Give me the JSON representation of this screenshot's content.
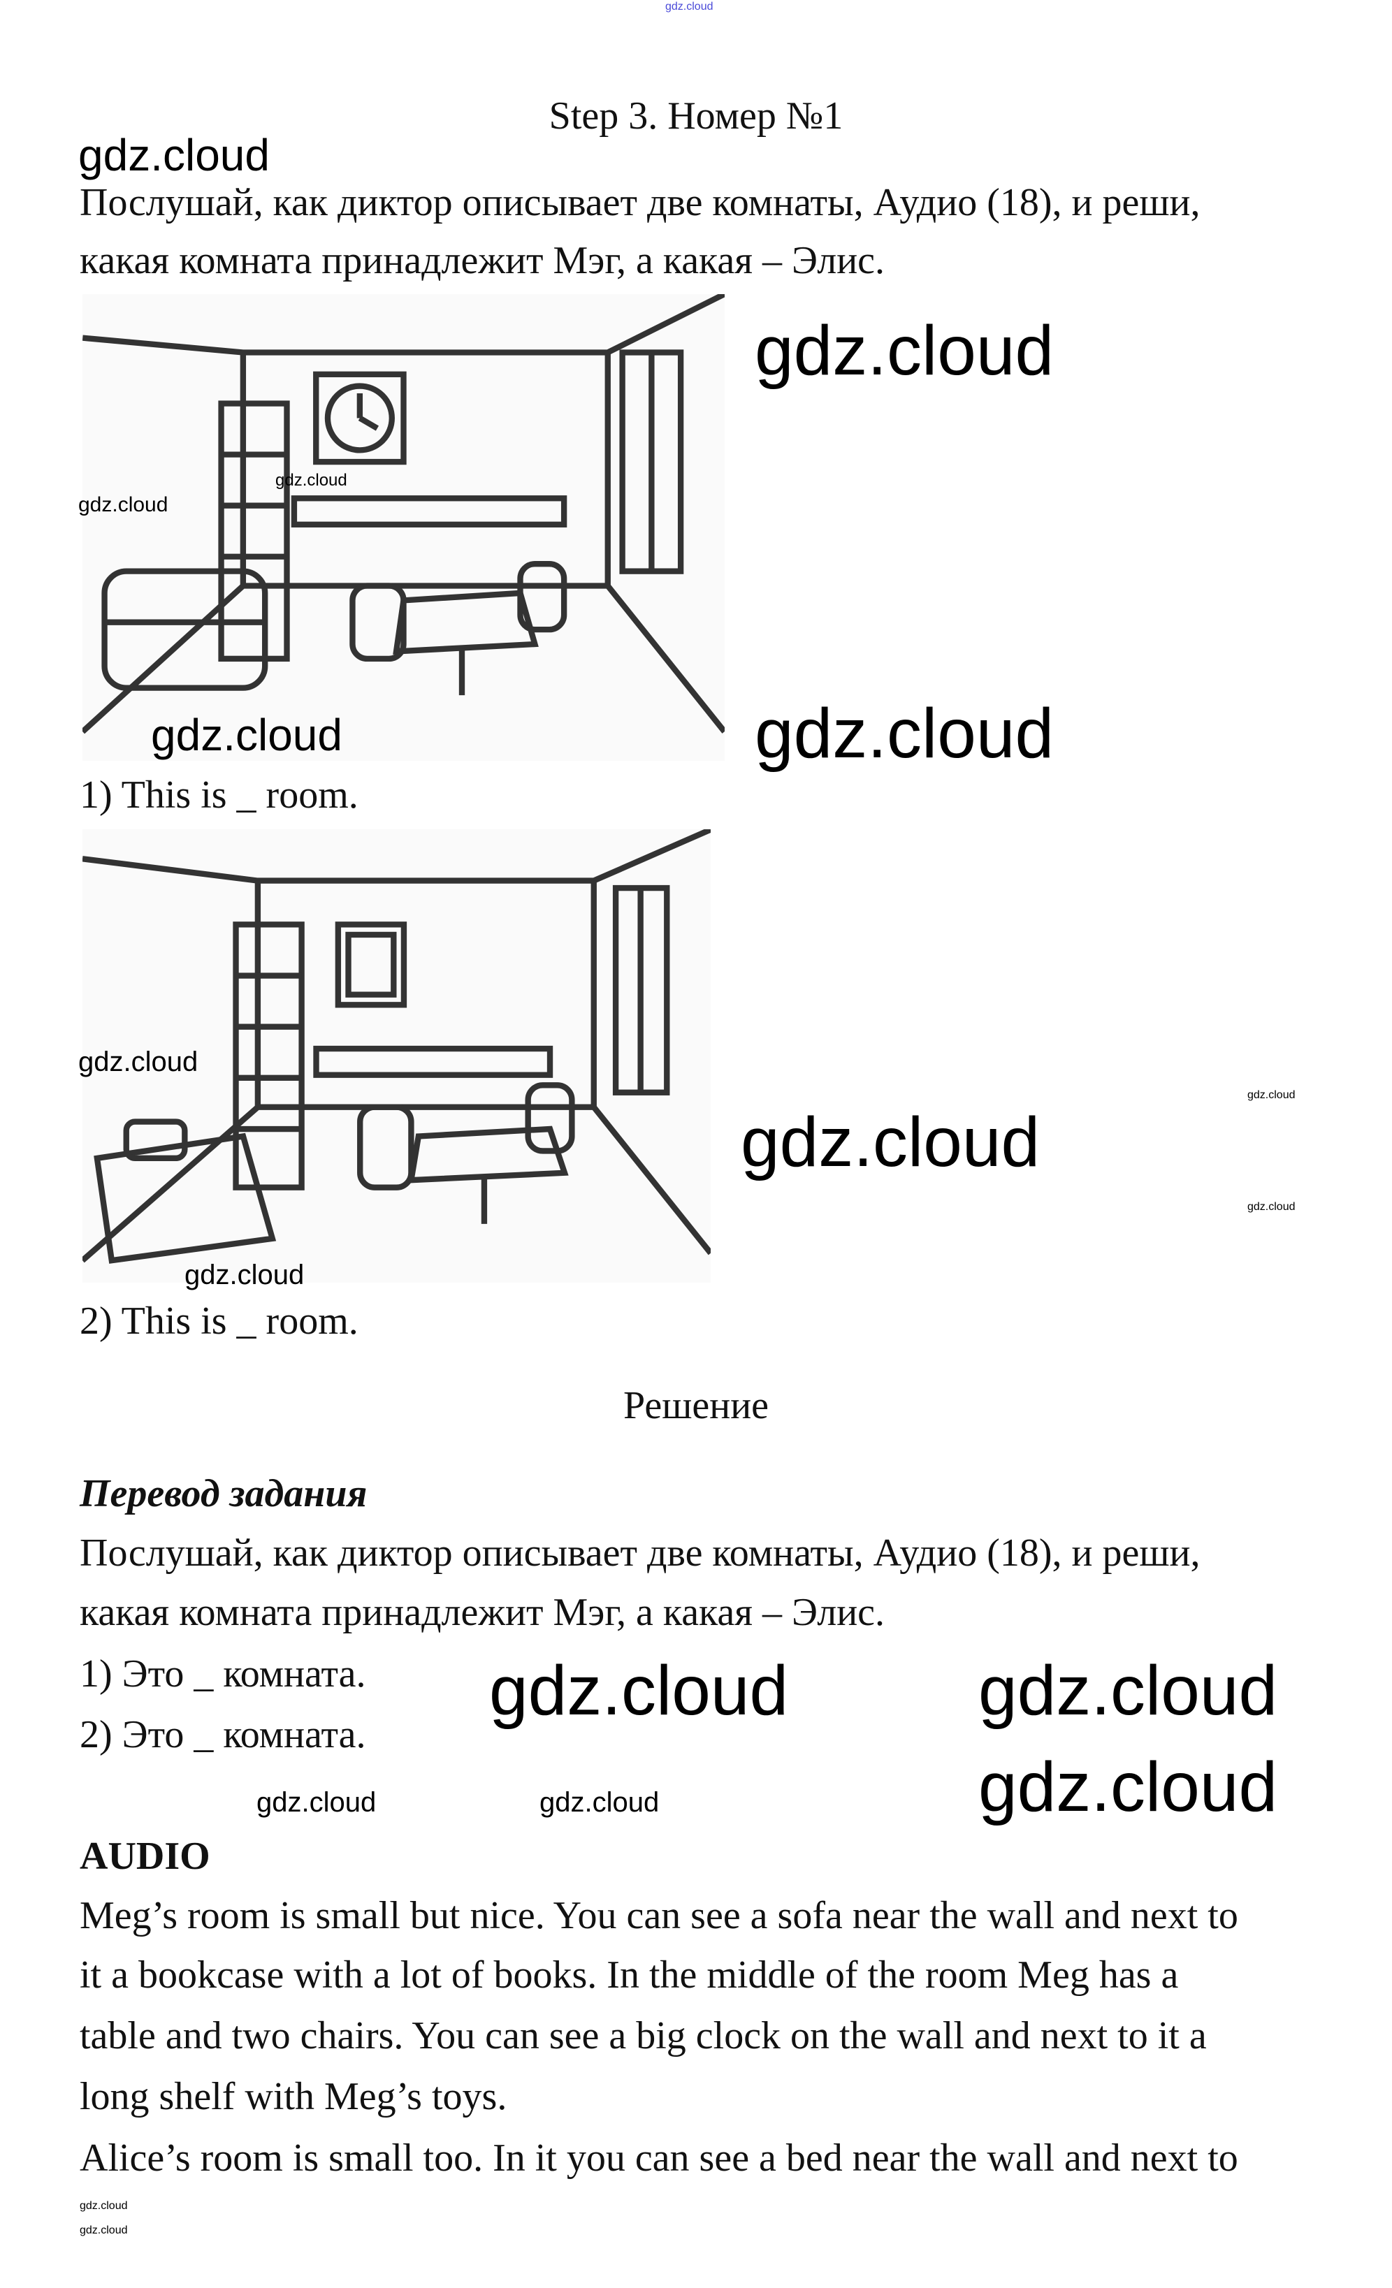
{
  "header_watermark": "gdz.cloud",
  "title": "Step 3. Номер №1",
  "task": {
    "line1": "Послушай, как диктор описывает две комнаты, Аудио (18), и реши,",
    "line2": "какая комната принадлежит Мэг, а какая – Элис."
  },
  "items": [
    {
      "caption": "1) This is _ room."
    },
    {
      "caption": "2) This is _ room."
    }
  ],
  "solution_heading": "Решение",
  "translation": {
    "heading": "Перевод задания",
    "line1": "Послушай, как диктор описывает две комнаты, Аудио (18), и реши,",
    "line2": "какая комната принадлежит Мэг, а какая – Элис.",
    "item1": "1) Это _ комната.",
    "item2": "2) Это _ комната."
  },
  "audio": {
    "heading": "AUDIO",
    "lines": [
      "Meg’s room is small but nice. You can see a sofa near the wall and next to",
      "it a bookcase with a lot of books. In the middle of the room Meg has a",
      "table and two chairs. You can see a big clock on the wall and next to it a",
      "long shelf with Meg’s toys.",
      "Alice’s room is small too. In it you can see a bed near the wall and next to"
    ]
  },
  "watermark": "gdz.cloud"
}
